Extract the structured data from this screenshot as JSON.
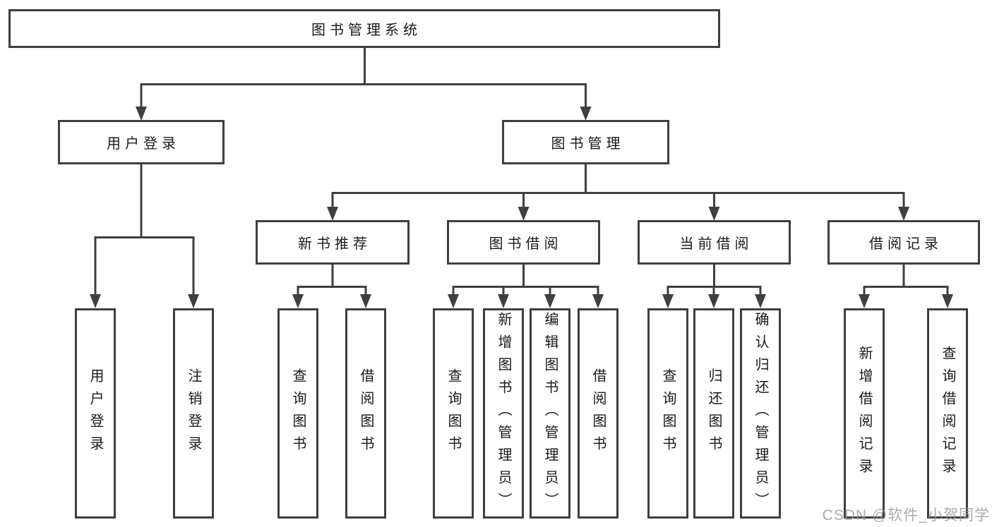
{
  "tree": {
    "label": "图书管理系统",
    "children": [
      {
        "label": "用户登录",
        "children": [
          {
            "label": "用户登录"
          },
          {
            "label": "注销登录"
          }
        ]
      },
      {
        "label": "图书管理",
        "children": [
          {
            "label": "新书推荐",
            "children": [
              {
                "label": "查询图书"
              },
              {
                "label": "借阅图书"
              }
            ]
          },
          {
            "label": "图书借阅",
            "children": [
              {
                "label": "查询图书"
              },
              {
                "label": "新增图书（管理员）"
              },
              {
                "label": "编辑图书（管理员）"
              },
              {
                "label": "借阅图书"
              }
            ]
          },
          {
            "label": "当前借阅",
            "children": [
              {
                "label": "查询图书"
              },
              {
                "label": "归还图书"
              },
              {
                "label": "确认归还（管理员）"
              }
            ]
          },
          {
            "label": "借阅记录",
            "children": [
              {
                "label": "新增借阅记录"
              },
              {
                "label": "查询借阅记录"
              }
            ]
          }
        ]
      }
    ]
  },
  "watermark": "CSDN @软件_小贺同学",
  "colors": {
    "line": "#3f3f3f",
    "text": "#1a1a1a",
    "watermark": "#969696",
    "background": "#ffffff"
  }
}
